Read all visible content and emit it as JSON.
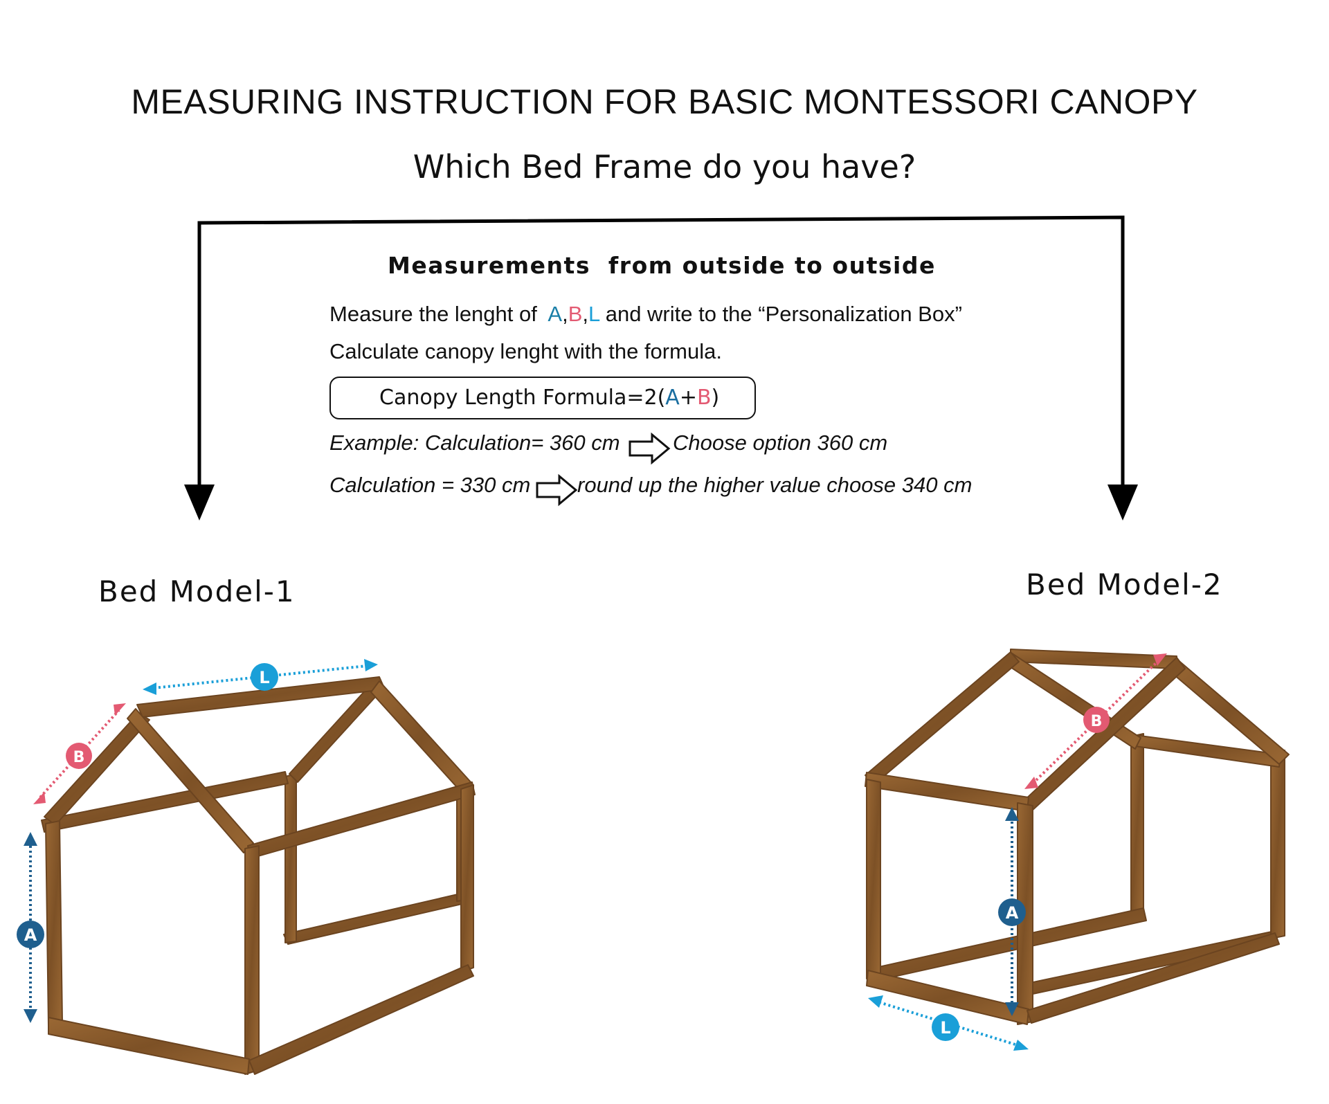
{
  "title": "MEASURING INSTRUCTION FOR BASIC MONTESSORI CANOPY",
  "subtitle": "Which Bed Frame do you have?",
  "instructions": {
    "heading": "Measurements  from outside to outside",
    "line1_prefix": "Measure the lenght of  ",
    "line1_a": "A",
    "line1_c1": ",",
    "line1_b": "B",
    "line1_c2": ",",
    "line1_l": "L",
    "line1_suffix": " and write to the “Personalization Box”",
    "line2": "Calculate canopy lenght with the formula.",
    "formula_prefix": "Canopy Length Formula=2(",
    "formula_a": "A",
    "formula_plus": "+",
    "formula_b": "B",
    "formula_suffix": ")",
    "example1_left": "Example: Calculation= 360 cm",
    "example1_right": "Choose option 360 cm",
    "example2_left": "Calculation = 330 cm",
    "example2_right": "round up the higher value choose 340 cm"
  },
  "models": {
    "model1_label": "Bed Model-1",
    "model2_label": "Bed Model-2"
  },
  "markers": {
    "a": "A",
    "b": "B",
    "l": "L"
  },
  "colors": {
    "wood": "#8a5a2b",
    "wood_dark": "#6b4420",
    "marker_a": "#1f5f8e",
    "marker_b": "#e35a72",
    "marker_l": "#1a9fd8"
  },
  "icons": {
    "arrow": "hollow-right-arrow-icon",
    "down_arrow": "down-arrow-icon"
  }
}
